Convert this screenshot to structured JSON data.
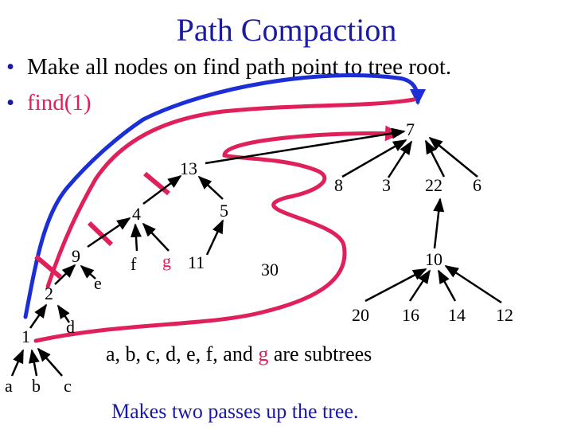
{
  "title": "Path Compaction",
  "bullets": [
    {
      "bullet": "•",
      "text": "Make all nodes on find path point to tree root."
    },
    {
      "bullet": "•",
      "text": "find(1)"
    }
  ],
  "nodes": {
    "n7": "7",
    "n13": "13",
    "n8": "8",
    "n3": "3",
    "n22": "22",
    "n6": "6",
    "n4": "4",
    "n5": "5",
    "n9": "9",
    "n11": "11",
    "n30": "30",
    "n10": "10",
    "n2": "2",
    "n1": "1",
    "n20": "20",
    "n16": "16",
    "n14": "14",
    "n12": "12"
  },
  "subtrees": {
    "a": "a",
    "b": "b",
    "c": "c",
    "d": "d",
    "e": "e",
    "f": "f",
    "g": "g"
  },
  "caption1": {
    "pre": "a, b, c, d, e, f, and ",
    "g": "g",
    "post": " are subtrees"
  },
  "caption2": "Makes two passes up the tree.",
  "colors": {
    "title": "#1a1aa6",
    "first_pass": "#1c2fd6",
    "second_pass": "#e0205a",
    "cut_mark": "#e0205a",
    "caption2": "#1a1aa6"
  }
}
